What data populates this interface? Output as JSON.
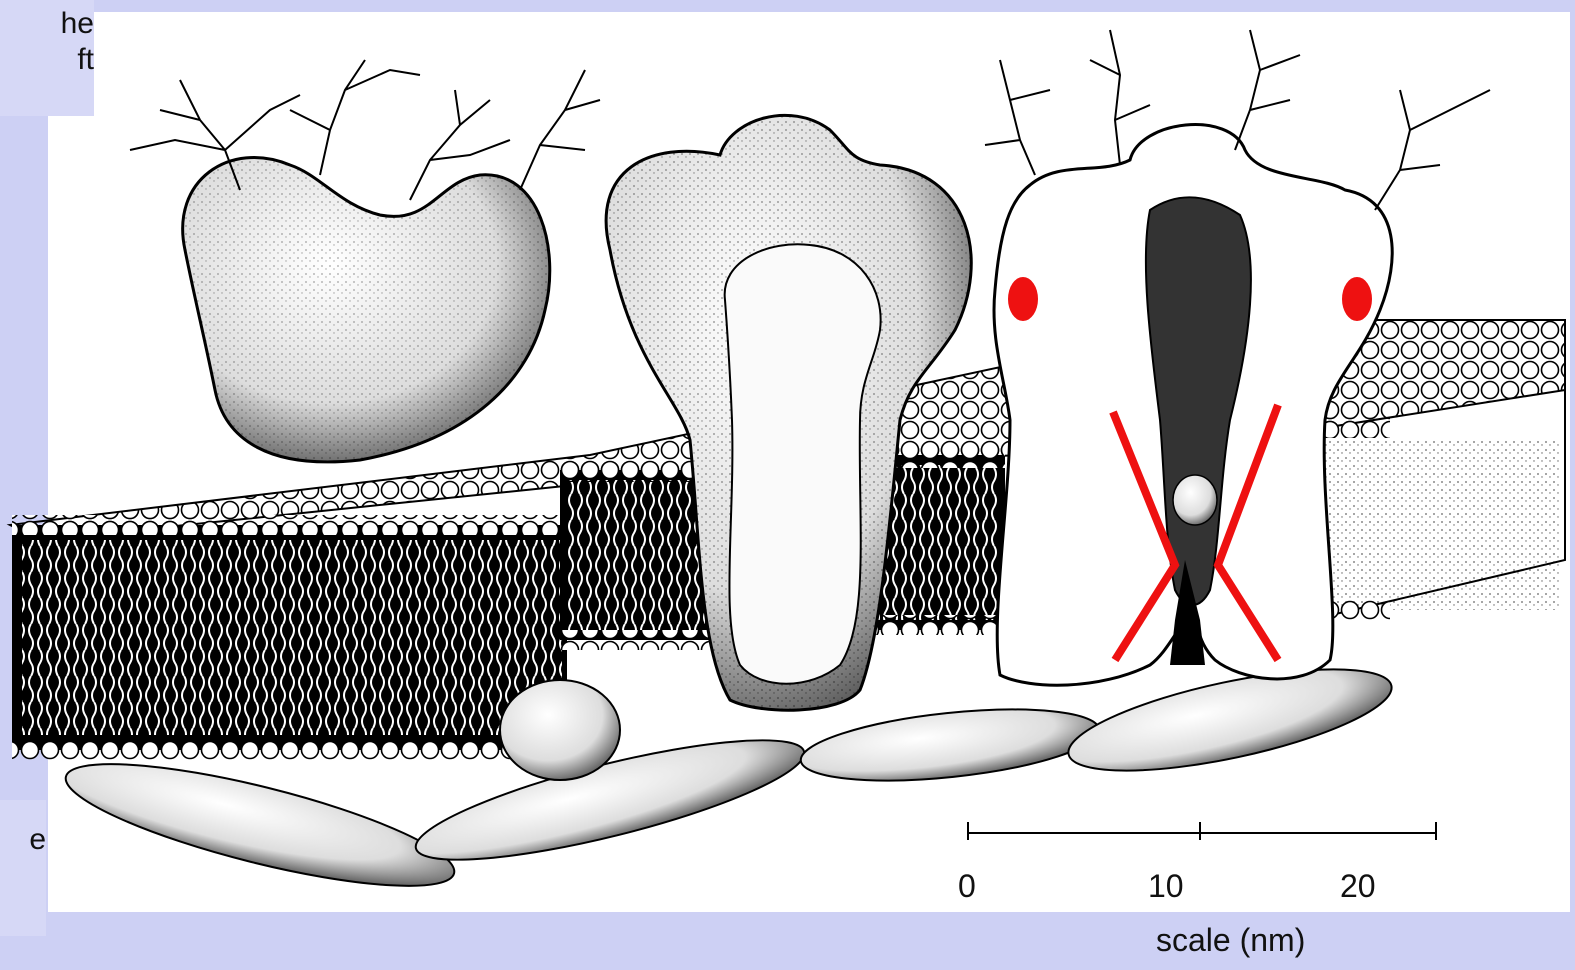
{
  "slide": {
    "background": "#cdd0f4",
    "note_top_text": "he\nft",
    "note_bottom_text": "e"
  },
  "figure": {
    "highlight_color": "#ee1111",
    "scale_bar": {
      "tick_labels": [
        "0",
        "10",
        "20"
      ],
      "label": "scale (nm)"
    }
  }
}
